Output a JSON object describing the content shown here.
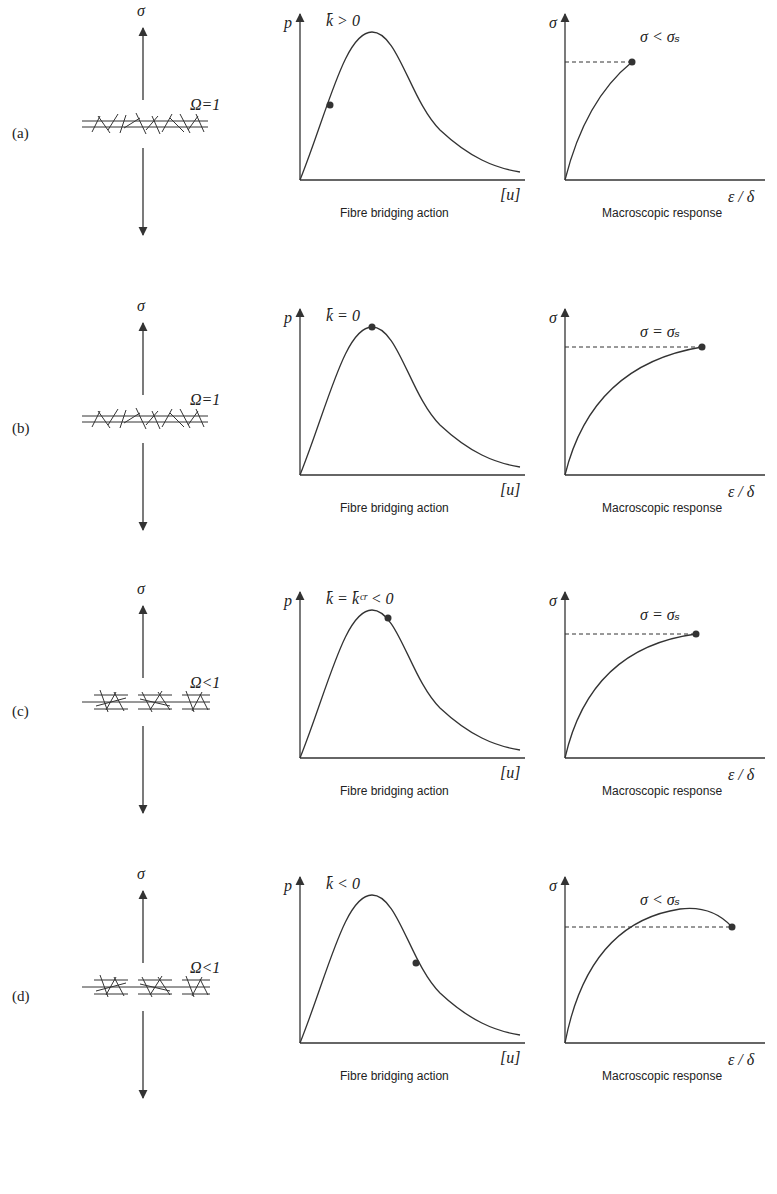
{
  "diagram": {
    "labels": [
      "(a)",
      "σ",
      "Ω=1",
      "p",
      "k̄ > 0",
      "[u]",
      "Fibre bridging action",
      "σ",
      "σ < σₛ",
      "ε / δ",
      "Macroscopic response",
      "(b)",
      "σ",
      "Ω=1",
      "p",
      "k̄ = 0",
      "[u]",
      "Fibre bridging action",
      "σ",
      "σ = σₛ",
      "ε / δ",
      "Macroscopic response",
      "(c)",
      "σ",
      "Ω<1",
      "p",
      "k̄ = k̄ᶜʳ < 0",
      "[u]",
      "Fibre bridging action",
      "σ",
      "σ = σₛ",
      "ε / δ",
      "Macroscopic response",
      "(d)",
      "σ",
      "Ω<1",
      "p",
      "k̄ < 0",
      "[u]",
      "Fibre bridging action",
      "σ",
      "σ < σₛ",
      "ε / δ",
      "Macroscopic response"
    ]
  }
}
